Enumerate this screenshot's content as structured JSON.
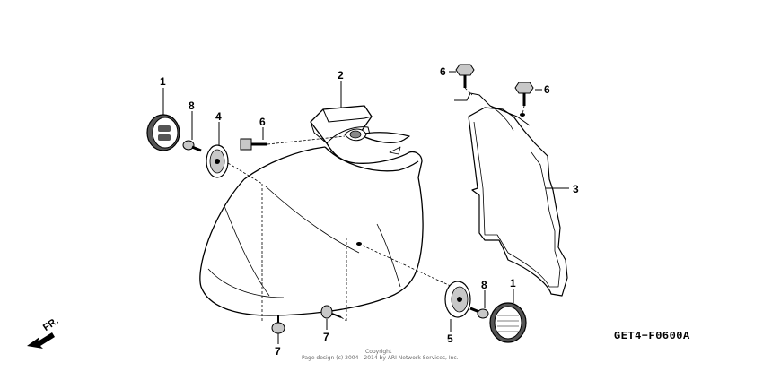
{
  "callouts": [
    {
      "id": "c1a",
      "text": "1"
    },
    {
      "id": "c8a",
      "text": "8"
    },
    {
      "id": "c4",
      "text": "4"
    },
    {
      "id": "c6a",
      "text": "6"
    },
    {
      "id": "c2",
      "text": "2"
    },
    {
      "id": "c6b",
      "text": "6"
    },
    {
      "id": "c6c",
      "text": "6"
    },
    {
      "id": "c3",
      "text": "3"
    },
    {
      "id": "c8b",
      "text": "8"
    },
    {
      "id": "c1b",
      "text": "1"
    },
    {
      "id": "c5",
      "text": "5"
    },
    {
      "id": "c7a",
      "text": "7"
    },
    {
      "id": "c7b",
      "text": "7"
    }
  ],
  "diagram_code": "GET4−F0600A",
  "direction_label": "FR.",
  "copyright_line1": "Copyright",
  "copyright_line2": "Page design (c) 2004 - 2014 by ARI Network Services, Inc.",
  "colors": {
    "line": "#000000",
    "fill": "#ffffff",
    "shade": "#c8c8c8",
    "dark": "#555555"
  }
}
